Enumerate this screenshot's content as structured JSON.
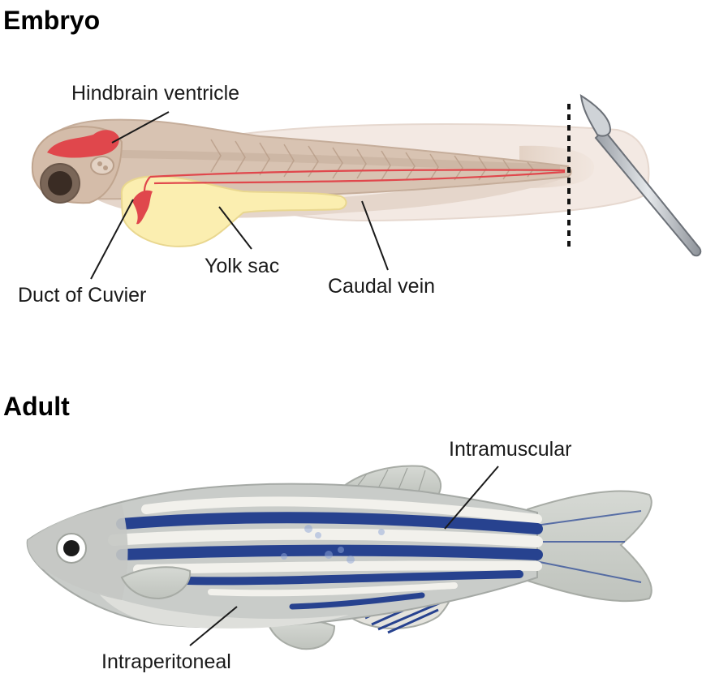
{
  "embryo": {
    "heading": "Embryo",
    "labels": {
      "hindbrain_ventricle": "Hindbrain ventricle",
      "duct_of_cuvier": "Duct of Cuvier",
      "yolk_sac": "Yolk sac",
      "caudal_vein": "Caudal vein"
    }
  },
  "adult": {
    "heading": "Adult",
    "labels": {
      "intramuscular": "Intramuscular",
      "intraperitoneal": "Intraperitoneal"
    }
  },
  "colors": {
    "embryo_body": "#d8c3b2",
    "yolk": "#fbeeb0",
    "vessel_red": "#e0474c",
    "fish_body": "#c9ccc9",
    "stripe_blue": "#27428f",
    "stripe_white": "#f2f1ec"
  }
}
